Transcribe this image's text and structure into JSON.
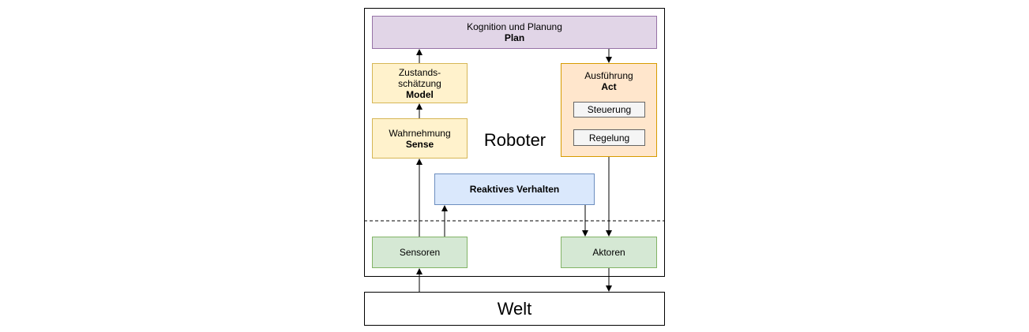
{
  "colors": {
    "plan_fill": "#e1d5e7",
    "plan_stroke": "#9673a6",
    "model_fill": "#fff2cc",
    "model_stroke": "#d6b656",
    "act_fill": "#ffe6cc",
    "act_stroke": "#d79b00",
    "sub_fill": "#f5f5f5",
    "sub_stroke": "#666666",
    "reactive_fill": "#dae8fc",
    "reactive_stroke": "#6c8ebf",
    "io_fill": "#d5e8d4",
    "io_stroke": "#82b366",
    "line": "#000000"
  },
  "diagram": {
    "robot_label": "Roboter",
    "world_label": "Welt",
    "plan": {
      "title": "Kognition und Planung",
      "keyword": "Plan"
    },
    "model": {
      "title_line1": "Zustands-",
      "title_line2": "schätzung",
      "keyword": "Model"
    },
    "sense": {
      "title": "Wahrnehmung",
      "keyword": "Sense"
    },
    "act": {
      "title": "Ausführung",
      "keyword": "Act",
      "sub_items": [
        "Steuerung",
        "Regelung"
      ]
    },
    "reactive": {
      "label": "Reaktives Verhalten"
    },
    "sensors": {
      "label": "Sensoren"
    },
    "actuators": {
      "label": "Aktoren"
    }
  }
}
